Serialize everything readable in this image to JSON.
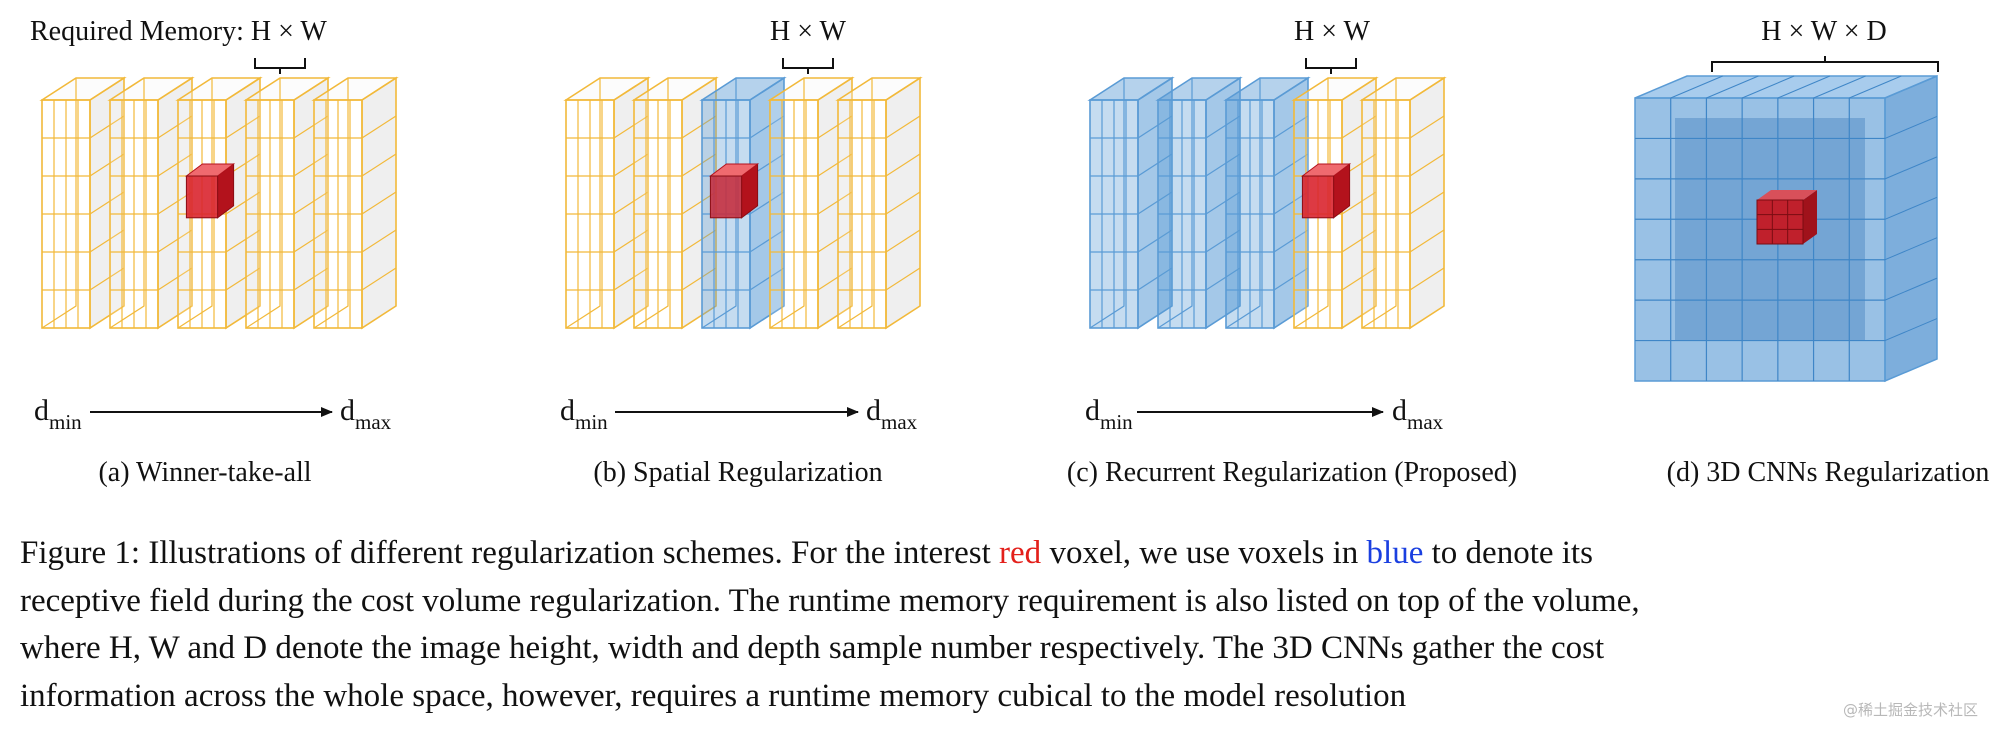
{
  "figure": {
    "panels": [
      {
        "id": "a",
        "caption": "(a) Winner-take-all",
        "memory_label": "Required Memory: H × W",
        "d_min": "d",
        "d_min_sub": "min",
        "d_max": "d",
        "d_max_sub": "max",
        "receptive_field": "red voxel only"
      },
      {
        "id": "b",
        "caption": "(b) Spatial Regularization",
        "memory_label": "H × W",
        "d_min": "d",
        "d_min_sub": "min",
        "d_max": "d",
        "d_max_sub": "max",
        "receptive_field": "one depth slice in blue"
      },
      {
        "id": "c",
        "caption": "(c) Recurrent Regularization (Proposed)",
        "memory_label": "H × W",
        "d_min": "d",
        "d_min_sub": "min",
        "d_max": "d",
        "d_max_sub": "max",
        "receptive_field": "slices from dmin up to the current depth in blue"
      },
      {
        "id": "d",
        "caption": "(d) 3D CNNs Regularization",
        "memory_label": "H × W × D",
        "receptive_field": "whole volume in blue"
      }
    ],
    "colors": {
      "grid_orange": "#f2b93a",
      "receptive_blue": "#5a9bd5",
      "interest_red": "#d9252f",
      "arrow": "#111111"
    }
  },
  "caption": {
    "lines": [
      [
        {
          "text": "Figure 1: Illustrations of different regularization schemes.  For the interest "
        },
        {
          "text": "red",
          "color": "red"
        },
        {
          "text": " voxel, we use voxels in "
        },
        {
          "text": "blue",
          "color": "blue"
        },
        {
          "text": " to denote its"
        }
      ],
      [
        {
          "text": "receptive field during the cost volume regularization. The runtime memory requirement is also listed on top of the volume,"
        }
      ],
      [
        {
          "text": "where H, W and D denote the image height, width and depth sample number respectively.  The 3D CNNs gather the cost"
        }
      ],
      [
        {
          "text": "information across the whole space, however, requires a runtime memory cubical to the model resolution"
        }
      ]
    ]
  },
  "watermark": "@稀土掘金技术社区"
}
